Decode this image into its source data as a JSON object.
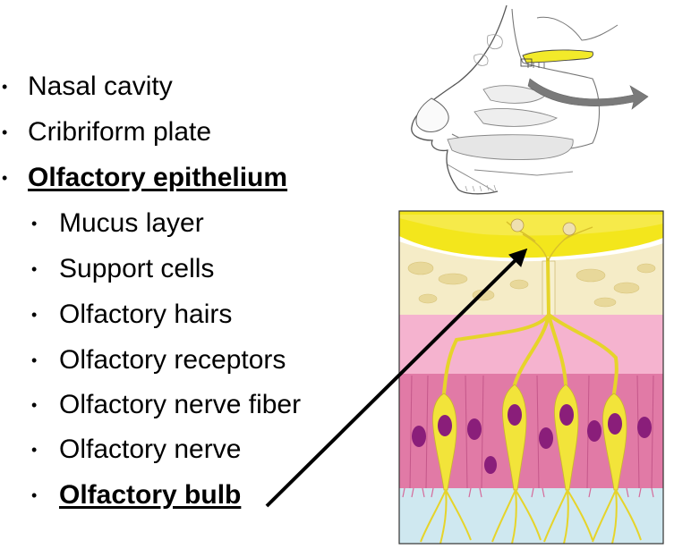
{
  "bullets": [
    {
      "text": "Nasal cavity",
      "level": 1,
      "emphasis": false
    },
    {
      "text": "Cribriform plate",
      "level": 1,
      "emphasis": false
    },
    {
      "text": "Olfactory epithelium",
      "level": 1,
      "emphasis": true
    },
    {
      "text": "Mucus layer",
      "level": 2,
      "emphasis": false
    },
    {
      "text": "Support cells",
      "level": 2,
      "emphasis": false
    },
    {
      "text": "Olfactory hairs",
      "level": 2,
      "emphasis": false
    },
    {
      "text": "Olfactory receptors",
      "level": 2,
      "emphasis": false
    },
    {
      "text": "Olfactory nerve fiber",
      "level": 2,
      "emphasis": false
    },
    {
      "text": "Olfactory nerve",
      "level": 2,
      "emphasis": false
    },
    {
      "text": "Olfactory bulb",
      "level": 2,
      "emphasis": true
    }
  ],
  "bullet_glyph": "•",
  "colors": {
    "bulb": "#f3e61c",
    "bone": "#f5ecc7",
    "lamina": "#f5b3cf",
    "epithelium": "#e17aa6",
    "mucus": "#cfe8f0",
    "neuron": "#f2e43a",
    "nucleus": "#8a1e7a",
    "arrow": "#000000",
    "airflow": "#7a7a7a"
  }
}
